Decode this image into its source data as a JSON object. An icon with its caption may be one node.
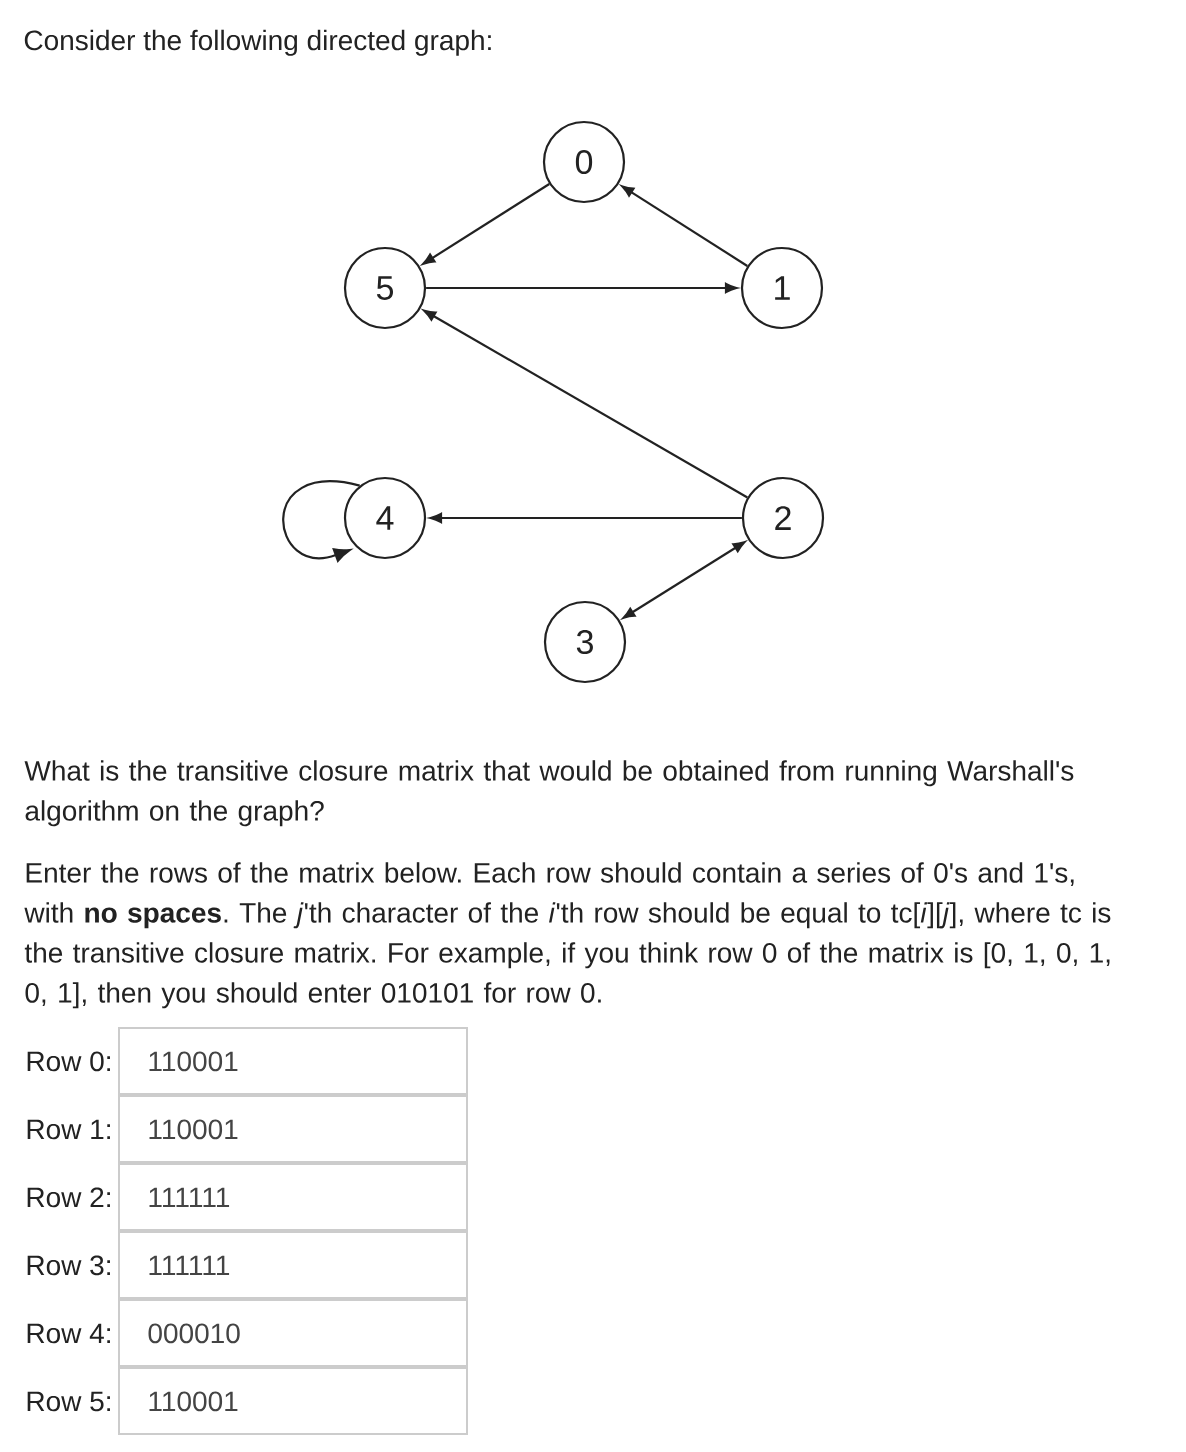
{
  "diagram": {
    "title": "Consider the following directed graph:",
    "nodes": [
      {
        "text": [
          "0"
        ]
      },
      {
        "text": [
          "5"
        ]
      },
      {
        "text": [
          "1"
        ]
      },
      {
        "text": [
          "4"
        ]
      },
      {
        "text": [
          "2"
        ]
      },
      {
        "text": [
          "3"
        ]
      }
    ],
    "edges": [
      {
        "from": 0,
        "to": 1,
        "arrow": "to"
      },
      {
        "from": 2,
        "to": 0,
        "arrow": "to"
      },
      {
        "from": 1,
        "to": 2,
        "arrow": "to"
      },
      {
        "from": 4,
        "to": 1,
        "arrow": "to"
      },
      {
        "from": 4,
        "to": 3,
        "arrow": "to"
      },
      {
        "from": 5,
        "to": 4,
        "arrow": "both"
      },
      {
        "from": 3,
        "to": 3,
        "arrow": "to"
      }
    ],
    "labels": [
      "What is the transitive closure matrix that would be obtained from running Warshall's algorithm on the graph?",
      "Enter the rows of the matrix below. Each row should contain a series of 0's and 1's, with **no spaces**. The *j*'th character of the *i*'th row should be equal to tc[*i*][*j*], where tc is the transitive closure matrix. For example, if you think row 0 of the matrix is [0, 1, 0, 1, 0, 1], then you should enter 010101 for row 0.",
      "Row 0:",
      "110001",
      "Row 1:",
      "110001",
      "Row 2:",
      "111111",
      "Row 3:",
      "111111",
      "Row 4:",
      "000010",
      "Row 5:",
      "110001"
    ]
  }
}
